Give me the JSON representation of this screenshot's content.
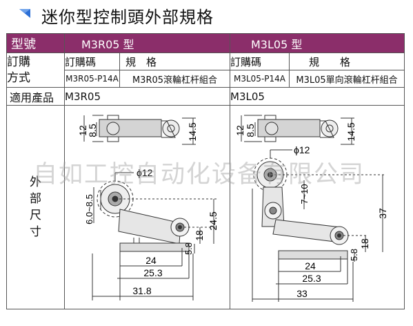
{
  "title": "迷你型控制頭外部規格",
  "table": {
    "header": {
      "type_label": "型號",
      "left_model": "M3R05 型",
      "right_model": "M3L05 型"
    },
    "order_label_lines": [
      "訂購",
      "方式"
    ],
    "left_order_col_header": "訂購碼",
    "left_spec_col_header": "規　格",
    "right_order_col_header": "訂購碼",
    "right_spec_col_header": "規　　格",
    "left_order_code": "M3R05-P14A",
    "left_spec_value": "M3R05滾輪杠杆組合",
    "right_order_code": "M3L05-P14A",
    "right_spec_value": "M3L05單向滾輪杠杆組合",
    "applicable_label": "適用產品",
    "left_applicable": "M3R05",
    "right_applicable": "M3L05",
    "dimension_label": [
      "外",
      "部",
      "尺",
      "寸"
    ]
  },
  "left_drawing": {
    "dims": {
      "h12": "12",
      "h8_5": "8.5",
      "h14_5": "14.5",
      "phi12": "ϕ12",
      "range": "6.0~8.5",
      "h24_5": "24.5",
      "h18": "18",
      "h5_8": "5.8",
      "w24": "24",
      "w25_3": "25.3",
      "w31_8": "31.8"
    }
  },
  "right_drawing": {
    "dims": {
      "h12": "12",
      "h8_5": "8.5",
      "h14_5": "14.5",
      "phi12": "ϕ12",
      "range": "7~10",
      "h37": "37",
      "h18": "18",
      "h5_8": "5.8",
      "w24": "24",
      "w25_3": "25.3",
      "w33": "33"
    }
  },
  "watermark": "自如工控自动化设备有限公司",
  "colors": {
    "header_bg": "#8b2e6a",
    "title_mark": "#2c6fd6"
  }
}
